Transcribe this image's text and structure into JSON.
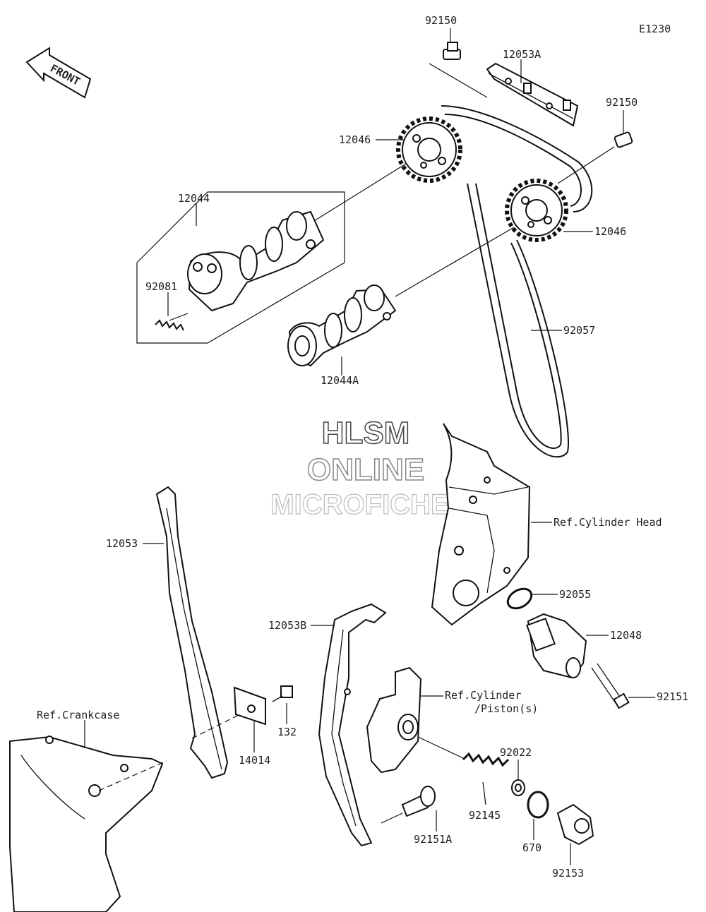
{
  "diagram_code": "E1230",
  "front_label": "FRONT",
  "watermark": {
    "line1": "HLSM",
    "line2": "ONLINE",
    "line3": "MICROFICHE"
  },
  "labels": {
    "p92150_top": "92150",
    "p12053A": "12053A",
    "p92150_right": "92150",
    "p12046_left": "12046",
    "p12046_right": "12046",
    "p12044": "12044",
    "p92081": "92081",
    "p12044A": "12044A",
    "p92057": "92057",
    "ref_cyl_head": "Ref.Cylinder Head",
    "p12053": "12053",
    "p92055": "92055",
    "p12048": "12048",
    "p12053B": "12053B",
    "ref_cyl_piston_1": "Ref.Cylinder",
    "ref_cyl_piston_2": "/Piston(s)",
    "p92151": "92151",
    "ref_crankcase": "Ref.Crankcase",
    "p132": "132",
    "p14014": "14014",
    "p92022": "92022",
    "p92145": "92145",
    "p92151A": "92151A",
    "p670": "670",
    "p92153": "92153"
  }
}
